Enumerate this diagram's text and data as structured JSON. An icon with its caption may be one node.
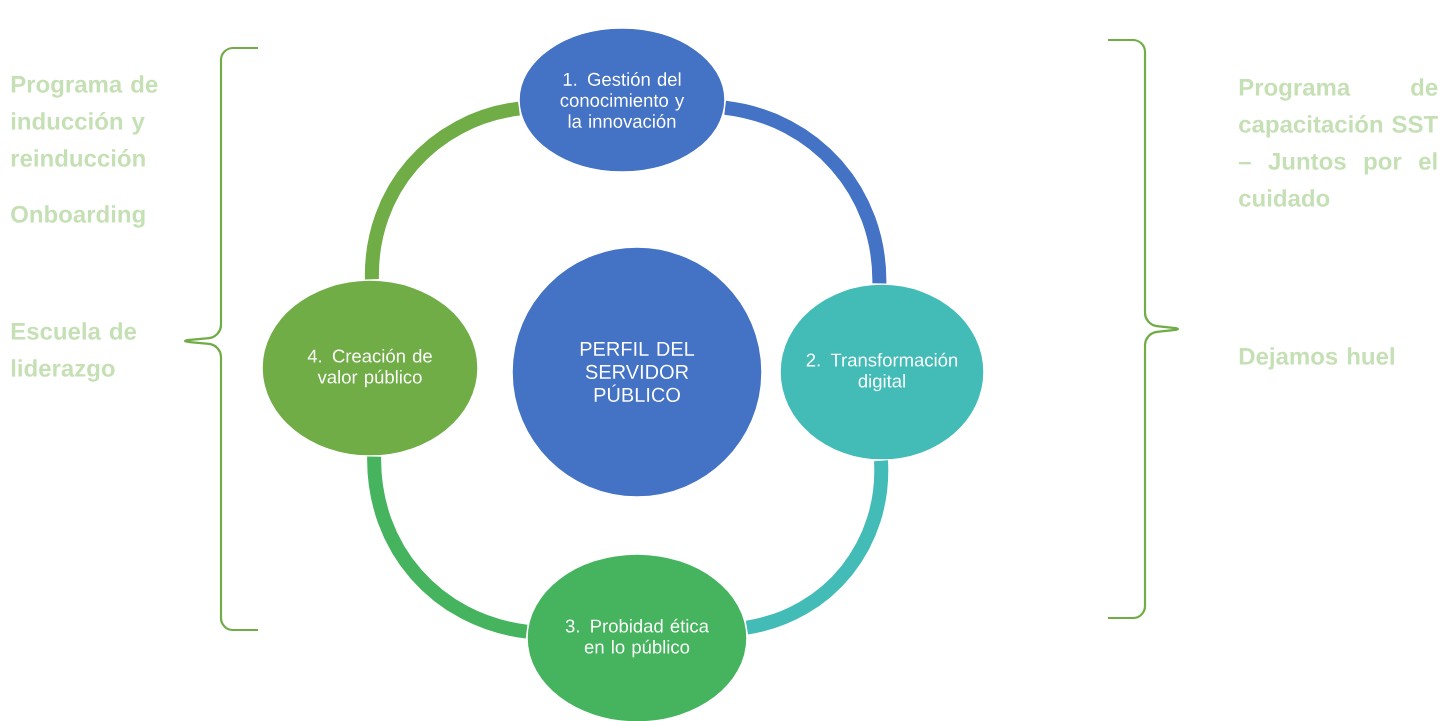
{
  "diagram": {
    "nodes": [
      {
        "text": [
          "PERFIL DEL SERVIDOR PÚBLICO"
        ]
      },
      {
        "text": [
          "1. Gestión del conocimiento y la innovación"
        ]
      },
      {
        "text": [
          "2. Transformación digital"
        ]
      },
      {
        "text": [
          "3. Probidad ética en lo público"
        ]
      },
      {
        "text": [
          "4. Creación de valor público"
        ]
      }
    ],
    "edges": [
      {
        "from": 1,
        "to": 2,
        "arrow": "none",
        "color": "#4472c4"
      },
      {
        "from": 2,
        "to": 3,
        "arrow": "none",
        "color": "#43bcb8"
      },
      {
        "from": 3,
        "to": 4,
        "arrow": "none",
        "color": "#46b45e"
      },
      {
        "from": 4,
        "to": 1,
        "arrow": "none",
        "color": "#70ad47"
      }
    ],
    "labels": [
      "Programa de inducción y reinducción",
      "Onboarding",
      "Escuela de liderazgo",
      "Programa de capacitación SST – Juntos por el cuidado",
      "Dejamos huel"
    ]
  }
}
